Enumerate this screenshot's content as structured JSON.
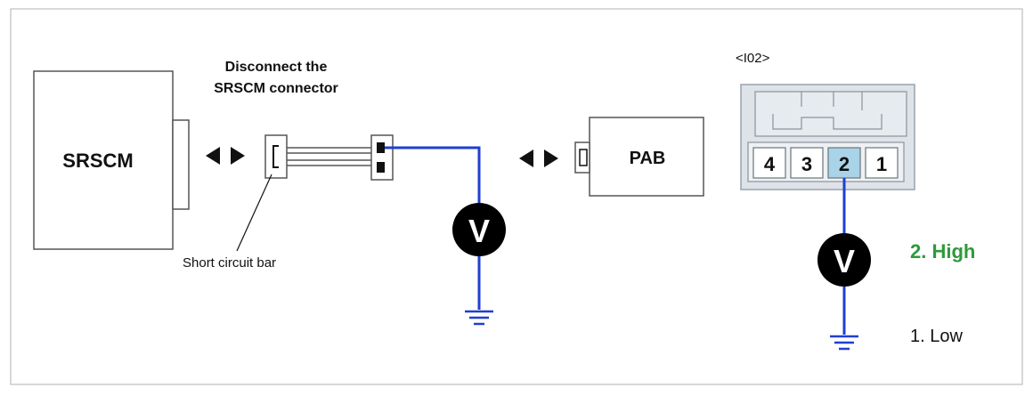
{
  "diagram": {
    "instruction_line1": "Disconnect the",
    "instruction_line2": "SRSCM connector",
    "srscm_label": "SRSCM",
    "pab_label": "PAB",
    "short_bar_label": "Short circuit bar",
    "connector_id": "<I02>",
    "pins": [
      "4",
      "3",
      "2",
      "1"
    ],
    "highlighted_pin": "2",
    "voltmeter_symbol": "V",
    "result_high": "2. High",
    "result_low": "1. Low"
  },
  "colors": {
    "wire": "#1f3fd1",
    "result_high": "#2e9a3a",
    "highlight_pin": "#a9d3e8",
    "connector_body": "#dde3e8"
  }
}
